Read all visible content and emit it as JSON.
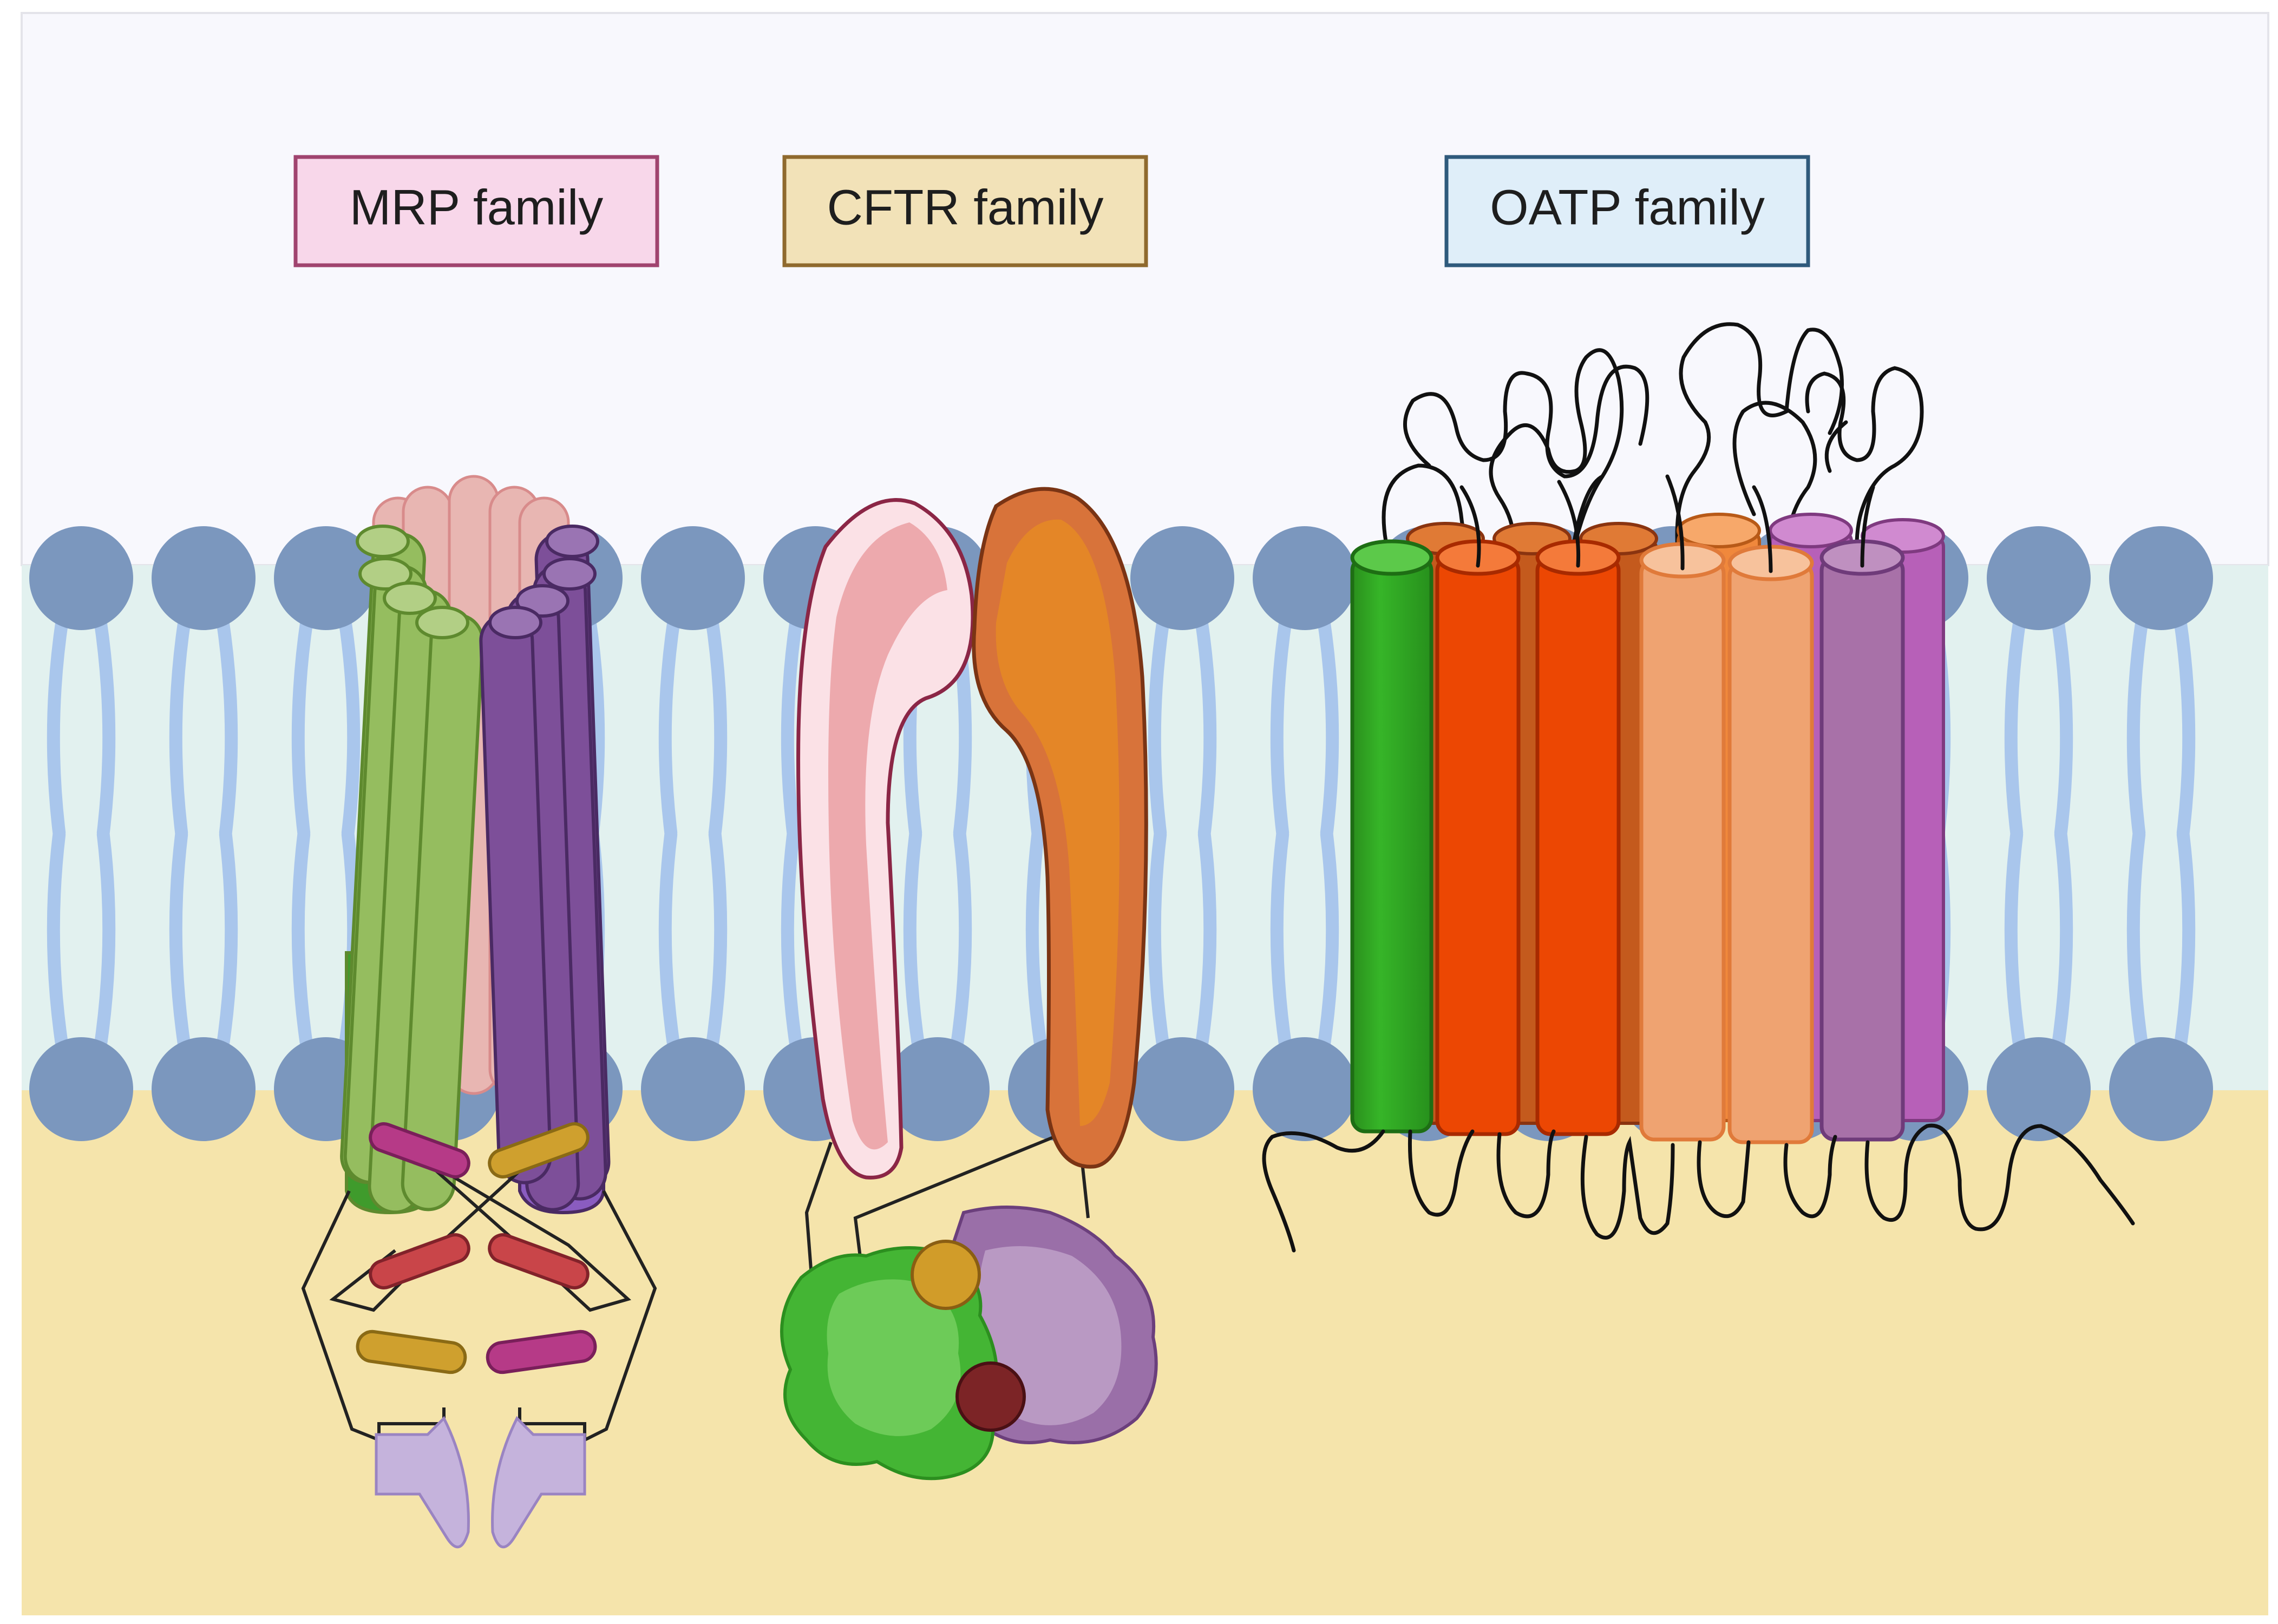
{
  "labels": {
    "mrp": {
      "text": "MRP family",
      "bg": "#f8d7ea",
      "border": "#a0446f"
    },
    "cftr": {
      "text": "CFTR family",
      "bg": "#f2e2b8",
      "border": "#8f6a2e"
    },
    "oatp": {
      "text": "OATP family",
      "bg": "#dfeef9",
      "border": "#2f5a7c"
    }
  },
  "colors": {
    "background": "#f8f8fd",
    "membrane": "#e2f1ef",
    "cytoplasm": "#f5e4ab",
    "lipid_head": "#7b97be",
    "lipid_tail": "#a9c6ec",
    "mrp_green": "#95bd5f",
    "mrp_pink": "#e8b6b2",
    "mrp_purple": "#7d4f99",
    "cftr_pink": "#eda9ad",
    "cftr_orange": "#e48627",
    "oatp_green": "#31a922",
    "oatp_red": "#ec4703",
    "oatp_peach": "#efa371",
    "oatp_purple": "#a871a8"
  }
}
